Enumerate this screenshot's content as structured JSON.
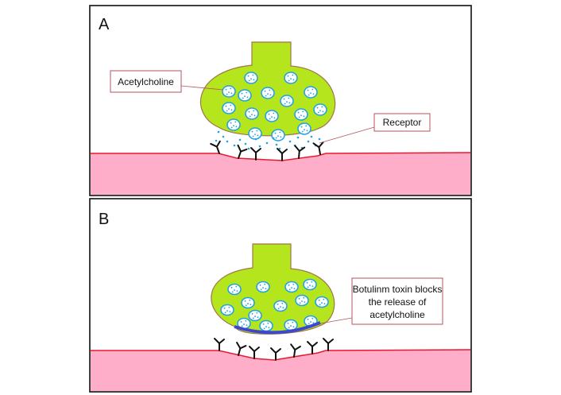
{
  "colors": {
    "terminal_fill": "#b5e61d",
    "terminal_stroke": "#a0744a",
    "vesicle_stroke": "#22a3e0",
    "vesicle_dots": "#22a3e0",
    "muscle_fill": "#ffaec9",
    "membrane_line": "#e8192c",
    "receptor": "#111111",
    "toxin": "#3f48cc",
    "callout_border": "#b5535f"
  },
  "panels": [
    {
      "id": "A",
      "letter": "A",
      "labels": {
        "acetylcholine": "Acetylcholine",
        "receptor": "Receptor"
      }
    },
    {
      "id": "B",
      "letter": "B",
      "labels": {
        "toxin_line1": "Botulinm toxin blocks",
        "toxin_line2": "the release of",
        "toxin_line3": "acetylcholine"
      }
    }
  ]
}
